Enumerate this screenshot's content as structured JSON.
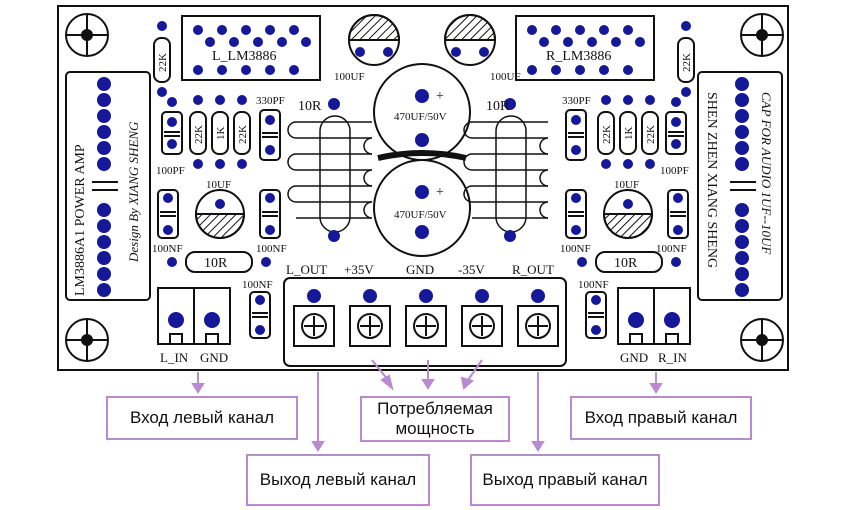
{
  "board": {
    "left_ic": "L_LM3886",
    "right_ic": "R_LM3886",
    "left_panel_title": "LM3886A1  POWER AMP",
    "left_panel_sub": "Design By  XIANG SHENG",
    "right_panel_title": "SHEN ZHEN XIANG SHENG",
    "right_panel_sub": "CAP FOR AUDIO 1UF--10UF",
    "big_cap_value": "470UF/50V",
    "big_cap_plus": "+",
    "cap_100uf": "100UF",
    "cap_10uf": "10UF",
    "cap_330pf": "330PF",
    "cap_100pf": "100PF",
    "cap_100nf": "100NF",
    "res_10r": "10R",
    "res_22k": "22K",
    "res_1k": "1K",
    "terminals": [
      "L_OUT",
      "+35V",
      "GND",
      "-35V",
      "R_OUT"
    ],
    "left_input": [
      "L_IN",
      "GND"
    ],
    "right_input": [
      "GND",
      "R_IN"
    ]
  },
  "callouts": {
    "left_input": "Вход левый канал",
    "power": "Потребляемая мощность",
    "right_input": "Вход правый канал",
    "left_output": "Выход левый канал",
    "right_output": "Выход правый канал"
  },
  "colors": {
    "pad": "#16189a",
    "outline": "#111111",
    "callout": "#b98ad0"
  }
}
